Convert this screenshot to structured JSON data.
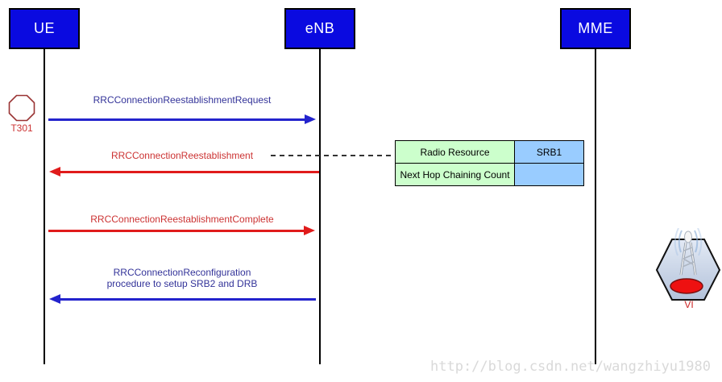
{
  "entities": [
    {
      "id": "ue",
      "label": "UE"
    },
    {
      "id": "enb",
      "label": "eNB"
    },
    {
      "id": "mme",
      "label": "MME"
    }
  ],
  "timer": {
    "label": "T301",
    "shape": "octagon",
    "color": "#993333"
  },
  "messages": [
    {
      "label": "RRCConnectionReestablishmentRequest",
      "from": "UE",
      "to": "eNB",
      "color": "#2323cd"
    },
    {
      "label": "RRCConnectionReestablishment",
      "from": "eNB",
      "to": "UE",
      "color": "#e01b1b"
    },
    {
      "label": "RRCConnectionReestablishmentComplete",
      "from": "UE",
      "to": "eNB",
      "color": "#e01b1b"
    },
    {
      "label": "RRCConnectionReconfiguration\nprocedure to setup SRB2 and DRB",
      "from": "eNB",
      "to": "UE",
      "color": "#2323cd"
    }
  ],
  "info_table": {
    "rows": [
      {
        "param": "Radio Resource",
        "value": "SRB1"
      },
      {
        "param": "Next Hop Chaining Count",
        "value": ""
      }
    ],
    "param_bg": "#ccffcc",
    "value_bg": "#99ccff"
  },
  "logo": {
    "icon": "antenna-hexagon",
    "caption": "VI",
    "accent_color": "#ee1111"
  },
  "watermark": {
    "text": "http://blog.csdn.net/wangzhiyu1980"
  },
  "colors": {
    "entity_bg": "#0a0ae0",
    "entity_text": "#ffffff",
    "blue_message": "#2323cd",
    "blue_label": "#333399",
    "red_message": "#e01b1b",
    "red_label": "#cc3333"
  }
}
